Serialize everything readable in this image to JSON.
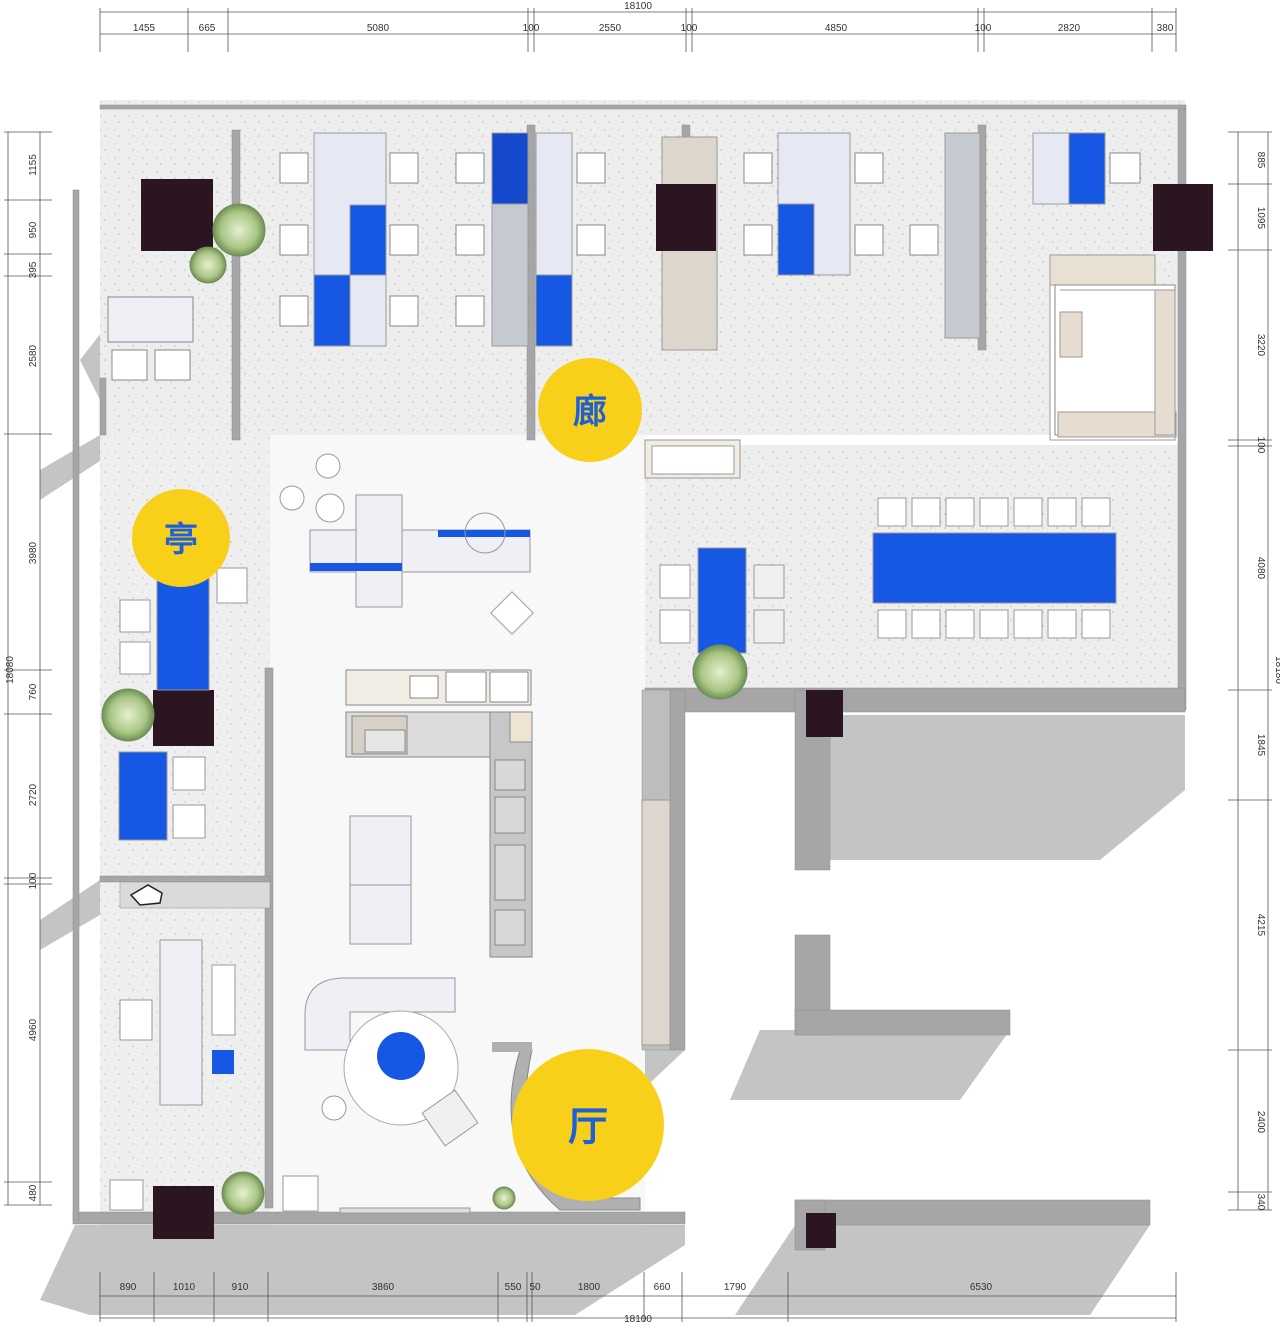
{
  "colors": {
    "accent_blue": "#1657e3",
    "label_yellow": "#f9d019",
    "wall_gray": "#a9a9a9",
    "column_dark": "#2a1520",
    "terrazzo": "#f0f0f0",
    "shadow": "#bdbdbd"
  },
  "dimensions": {
    "top_total": "18100",
    "top": [
      "1455",
      "665",
      "5080",
      "100",
      "2550",
      "100",
      "4850",
      "100",
      "2820",
      "380"
    ],
    "bottom_total": "18100",
    "bottom": [
      "890",
      "1010",
      "910",
      "3860",
      "550",
      "50",
      "1800",
      "660",
      "1790",
      "6530"
    ],
    "left_total": "18080",
    "left": [
      "1155",
      "950",
      "395",
      "2580",
      "3980",
      "760",
      "2720",
      "100",
      "4960",
      "480"
    ],
    "right_total": "18180",
    "right": [
      "885",
      "1095",
      "3220",
      "100",
      "4080",
      "1845",
      "4215",
      "2400",
      "340"
    ]
  },
  "zone_labels": {
    "corridor": "廊",
    "pavilion": "亭",
    "hall": "厅"
  }
}
